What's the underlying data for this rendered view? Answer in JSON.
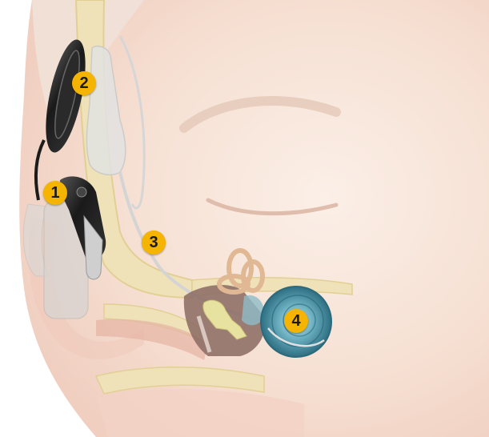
{
  "callouts": [
    {
      "id": "1",
      "label": "1"
    },
    {
      "id": "2",
      "label": "2"
    },
    {
      "id": "3",
      "label": "3"
    },
    {
      "id": "4",
      "label": "4"
    }
  ],
  "colors": {
    "badge_fill": "#f4b400",
    "skin": "#f5ddd0",
    "bone": "#efe2b8",
    "processor": "#1e1e1e",
    "cochlea": "#3e8a9e",
    "ossicles": "#e8e2a0",
    "semicircular_canals": "#e8c9a8"
  }
}
